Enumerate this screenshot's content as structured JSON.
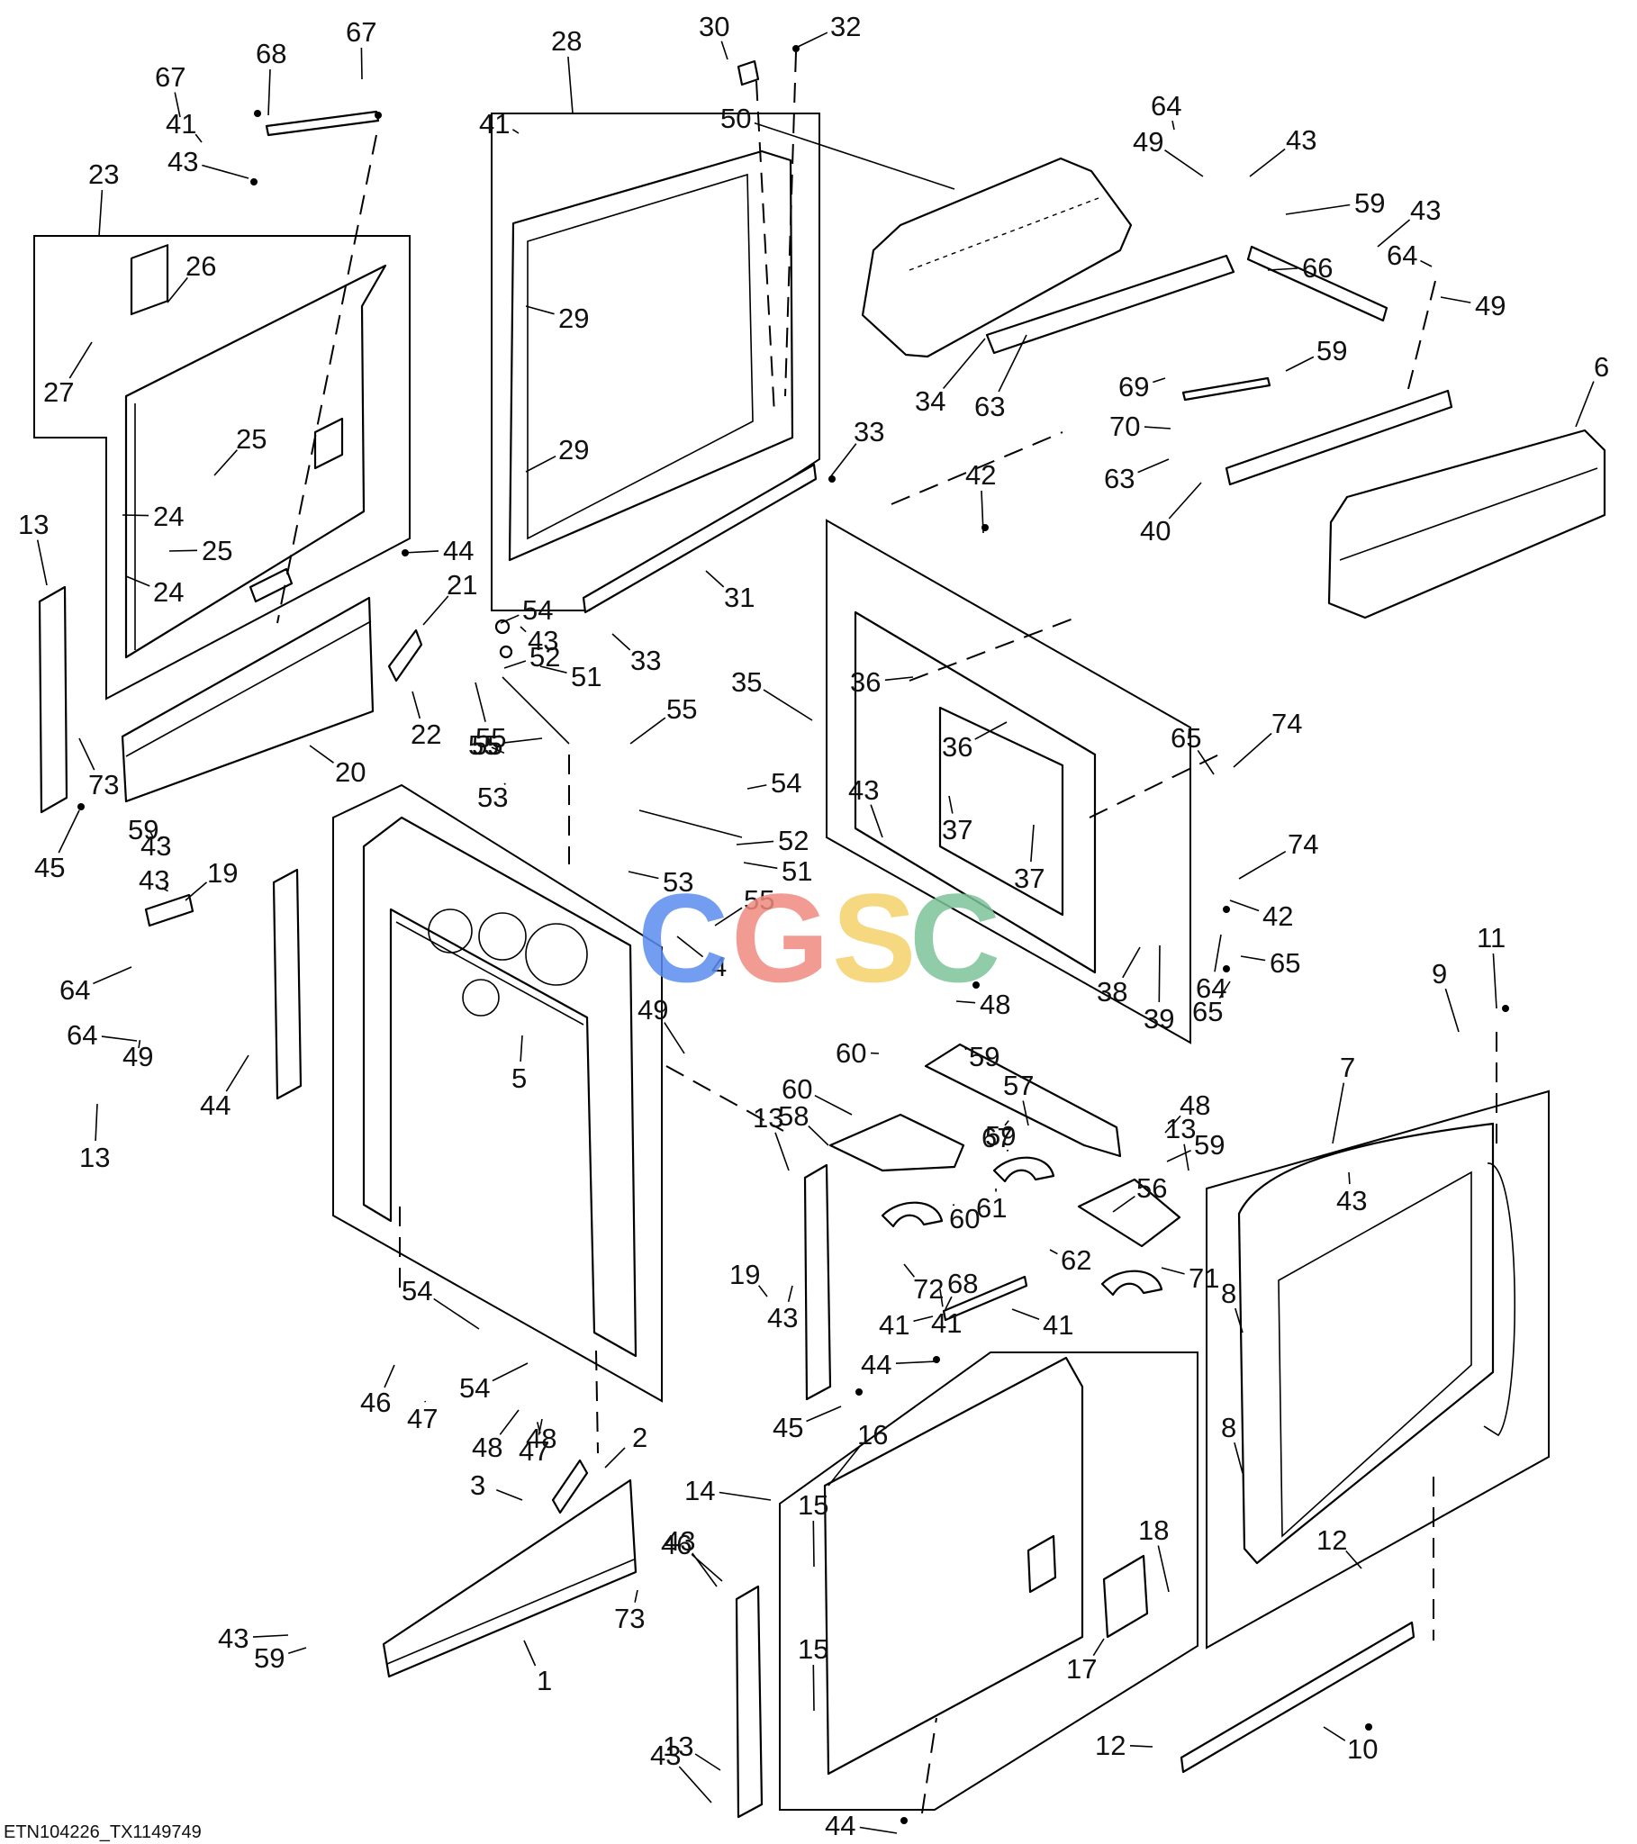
{
  "figure_code": "ETN104226_TX1149749",
  "watermark": {
    "letters": [
      {
        "char": "C",
        "color": "#5b8def"
      },
      {
        "char": "G",
        "color": "#f08a7f"
      },
      {
        "char": "S",
        "color": "#f5d26a"
      },
      {
        "char": "C",
        "color": "#7dc49a"
      }
    ]
  },
  "callouts": [
    {
      "n": "1"
    },
    {
      "n": "2"
    },
    {
      "n": "3"
    },
    {
      "n": "4"
    },
    {
      "n": "5"
    },
    {
      "n": "6"
    },
    {
      "n": "7"
    },
    {
      "n": "8"
    },
    {
      "n": "8"
    },
    {
      "n": "9"
    },
    {
      "n": "10"
    },
    {
      "n": "11"
    },
    {
      "n": "12"
    },
    {
      "n": "12"
    },
    {
      "n": "13"
    },
    {
      "n": "13"
    },
    {
      "n": "13"
    },
    {
      "n": "13"
    },
    {
      "n": "13"
    },
    {
      "n": "14"
    },
    {
      "n": "15"
    },
    {
      "n": "15"
    },
    {
      "n": "16"
    },
    {
      "n": "17"
    },
    {
      "n": "18"
    },
    {
      "n": "19"
    },
    {
      "n": "19"
    },
    {
      "n": "20"
    },
    {
      "n": "21"
    },
    {
      "n": "22"
    },
    {
      "n": "23"
    },
    {
      "n": "24"
    },
    {
      "n": "24"
    },
    {
      "n": "25"
    },
    {
      "n": "25"
    },
    {
      "n": "26"
    },
    {
      "n": "27"
    },
    {
      "n": "28"
    },
    {
      "n": "29"
    },
    {
      "n": "29"
    },
    {
      "n": "30"
    },
    {
      "n": "31"
    },
    {
      "n": "32"
    },
    {
      "n": "33"
    },
    {
      "n": "33"
    },
    {
      "n": "34"
    },
    {
      "n": "35"
    },
    {
      "n": "36"
    },
    {
      "n": "36"
    },
    {
      "n": "37"
    },
    {
      "n": "37"
    },
    {
      "n": "38"
    },
    {
      "n": "39"
    },
    {
      "n": "40"
    },
    {
      "n": "41"
    },
    {
      "n": "41"
    },
    {
      "n": "41"
    },
    {
      "n": "41"
    },
    {
      "n": "41"
    },
    {
      "n": "42"
    },
    {
      "n": "42"
    },
    {
      "n": "43"
    },
    {
      "n": "43"
    },
    {
      "n": "43"
    },
    {
      "n": "43"
    },
    {
      "n": "43"
    },
    {
      "n": "43"
    },
    {
      "n": "43"
    },
    {
      "n": "43"
    },
    {
      "n": "43"
    },
    {
      "n": "43"
    },
    {
      "n": "43"
    },
    {
      "n": "43"
    },
    {
      "n": "44"
    },
    {
      "n": "44"
    },
    {
      "n": "44"
    },
    {
      "n": "44"
    },
    {
      "n": "45"
    },
    {
      "n": "45"
    },
    {
      "n": "46"
    },
    {
      "n": "46"
    },
    {
      "n": "47"
    },
    {
      "n": "47"
    },
    {
      "n": "48"
    },
    {
      "n": "48"
    },
    {
      "n": "48"
    },
    {
      "n": "48"
    },
    {
      "n": "49"
    },
    {
      "n": "49"
    },
    {
      "n": "49"
    },
    {
      "n": "49"
    },
    {
      "n": "50"
    },
    {
      "n": "51"
    },
    {
      "n": "51"
    },
    {
      "n": "52"
    },
    {
      "n": "52"
    },
    {
      "n": "53"
    },
    {
      "n": "53"
    },
    {
      "n": "54"
    },
    {
      "n": "54"
    },
    {
      "n": "54"
    },
    {
      "n": "54"
    },
    {
      "n": "55"
    },
    {
      "n": "55"
    },
    {
      "n": "55"
    },
    {
      "n": "55"
    },
    {
      "n": "55"
    },
    {
      "n": "56"
    },
    {
      "n": "57"
    },
    {
      "n": "58"
    },
    {
      "n": "59"
    },
    {
      "n": "59"
    },
    {
      "n": "59"
    },
    {
      "n": "59"
    },
    {
      "n": "59"
    },
    {
      "n": "59"
    },
    {
      "n": "59"
    },
    {
      "n": "60"
    },
    {
      "n": "60"
    },
    {
      "n": "60"
    },
    {
      "n": "61"
    },
    {
      "n": "62"
    },
    {
      "n": "63"
    },
    {
      "n": "63"
    },
    {
      "n": "64"
    },
    {
      "n": "64"
    },
    {
      "n": "64"
    },
    {
      "n": "64"
    },
    {
      "n": "64"
    },
    {
      "n": "65"
    },
    {
      "n": "65"
    },
    {
      "n": "65"
    },
    {
      "n": "66"
    },
    {
      "n": "67"
    },
    {
      "n": "67"
    },
    {
      "n": "67"
    },
    {
      "n": "68"
    },
    {
      "n": "68"
    },
    {
      "n": "69"
    },
    {
      "n": "70"
    },
    {
      "n": "71"
    },
    {
      "n": "72"
    },
    {
      "n": "73"
    },
    {
      "n": "73"
    },
    {
      "n": "74"
    },
    {
      "n": "74"
    }
  ]
}
